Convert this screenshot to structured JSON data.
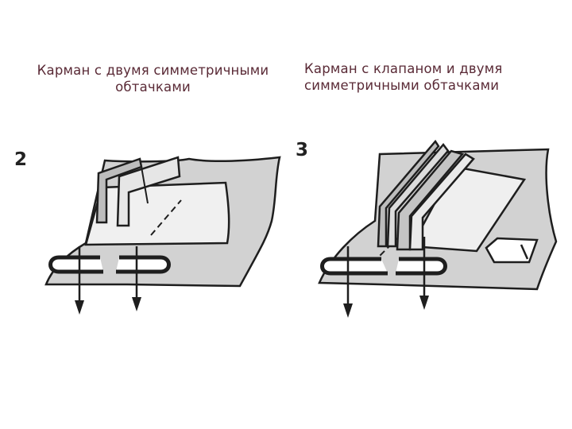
{
  "captions": {
    "left": "Карман с двумя симметричными обтачками",
    "right": "Карман с клапаном и двумя симметричными обтачками"
  },
  "figures": {
    "left_number": "2",
    "right_number": "3"
  },
  "colors": {
    "caption": "#5a2a36",
    "fabric": "#d2d2d2",
    "strip": "#efefef",
    "ink": "#1e1e1e"
  }
}
